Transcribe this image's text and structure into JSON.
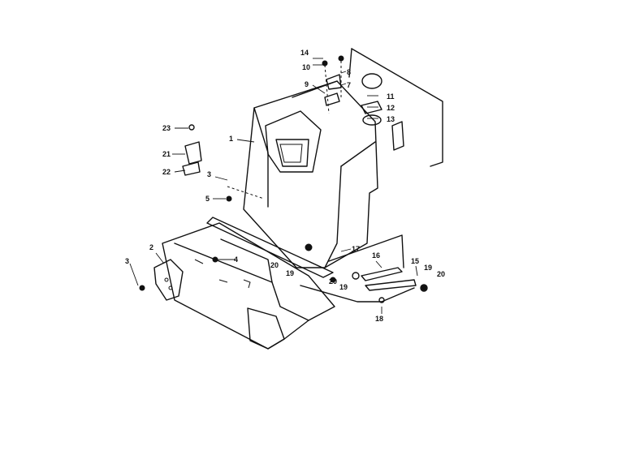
{
  "callouts": [
    "1",
    "2",
    "3",
    "3",
    "4",
    "5",
    "7",
    "8",
    "9",
    "10",
    "11",
    "12",
    "13",
    "14",
    "15",
    "16",
    "17",
    "18",
    "19",
    "19",
    "19",
    "20",
    "20",
    "20",
    "21",
    "22",
    "23"
  ]
}
